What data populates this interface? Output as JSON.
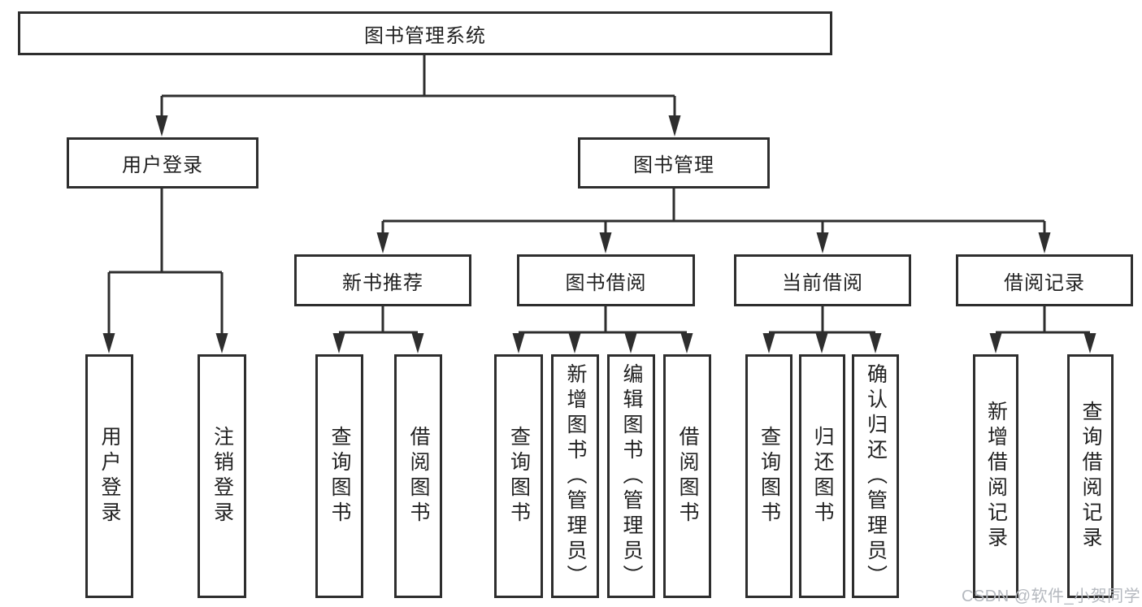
{
  "title": "图书管理系统",
  "colors": {
    "line": "#2e2e2e",
    "box_border": "#2e2e2e",
    "text": "#222222",
    "background": "#ffffff",
    "watermark": "#b5b9bf"
  },
  "chart_data": {
    "type": "tree-diagram",
    "root": "图书管理系统",
    "structure": [
      {
        "label": "用户登录",
        "children": [
          "用户登录",
          "注销登录"
        ]
      },
      {
        "label": "图书管理",
        "children": [
          "新书推荐",
          "图书借阅",
          "当前借阅",
          "借阅记录"
        ]
      }
    ]
  },
  "tree": {
    "root": {
      "label": "图书管理系统"
    },
    "branches": [
      {
        "label": "用户登录",
        "children": [
          {
            "label": "用户登录"
          },
          {
            "label": "注销登录"
          }
        ]
      },
      {
        "label": "图书管理",
        "children": [
          {
            "label": "新书推荐",
            "children": [
              {
                "label": "查询图书"
              },
              {
                "label": "借阅图书"
              }
            ]
          },
          {
            "label": "图书借阅",
            "children": [
              {
                "label": "查询图书"
              },
              {
                "label": "新增图书（管理员）"
              },
              {
                "label": "编辑图书（管理员）"
              },
              {
                "label": "借阅图书"
              }
            ]
          },
          {
            "label": "当前借阅",
            "children": [
              {
                "label": "查询图书"
              },
              {
                "label": "归还图书"
              },
              {
                "label": "确认归还（管理员）"
              }
            ]
          },
          {
            "label": "借阅记录",
            "children": [
              {
                "label": "新增借阅记录"
              },
              {
                "label": "查询借阅记录"
              }
            ]
          }
        ]
      }
    ]
  },
  "watermark": "CSDN @软件_小贺同学"
}
